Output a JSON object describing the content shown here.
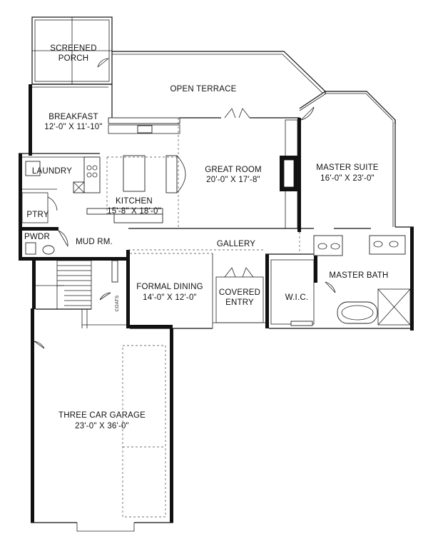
{
  "rooms": {
    "screened_porch": {
      "line1": "SCREENED",
      "line2": "PORCH"
    },
    "open_terrace": "OPEN TERRACE",
    "breakfast": {
      "name": "BREAKFAST",
      "dims": "12'-0\" X 11'-10\""
    },
    "great_room": {
      "name": "GREAT ROOM",
      "dims": "20'-0\" X 17'-8\""
    },
    "master_suite": {
      "name": "MASTER SUITE",
      "dims": "16'-0\" X 23'-0\""
    },
    "laundry": "LAUNDRY",
    "kitchen": {
      "name": "KITCHEN",
      "dims": "15'-8\" X 18'-0\""
    },
    "ptry": "PTRY",
    "pwdr": "PWDR",
    "mud_rm": "MUD RM.",
    "gallery": "GALLERY",
    "formal_dining": {
      "name": "FORMAL DINING",
      "dims": "14'-0\" X 12'-0\""
    },
    "covered_entry": {
      "line1": "COVERED",
      "line2": "ENTRY"
    },
    "wic": "W.I.C.",
    "master_bath": "MASTER BATH",
    "coats": "COATS",
    "garage": {
      "name": "THREE CAR GARAGE",
      "dims": "23'-0\" X 36'-0\""
    }
  }
}
